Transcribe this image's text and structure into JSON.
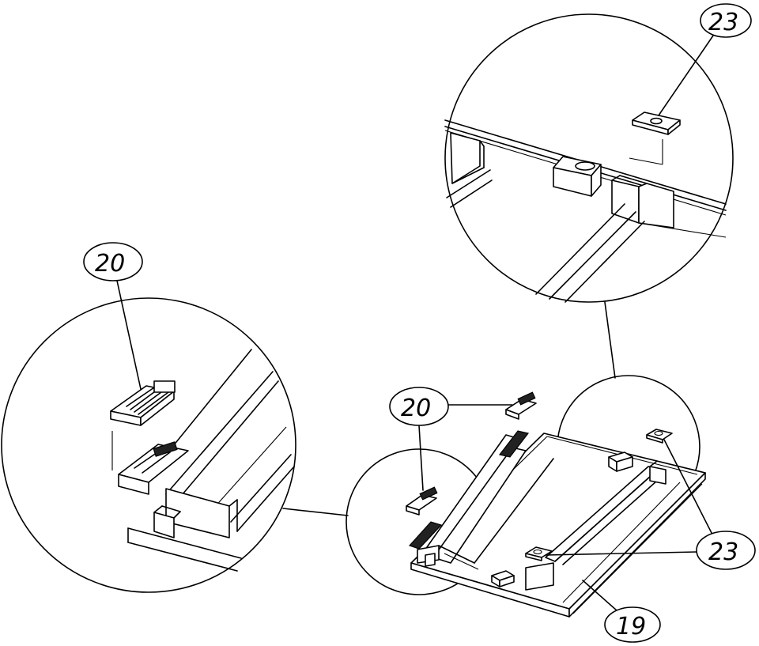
{
  "callouts": {
    "clip_top": "23",
    "latch_left": "20",
    "latch_center": "20",
    "clip_right": "23",
    "tray": "19"
  }
}
